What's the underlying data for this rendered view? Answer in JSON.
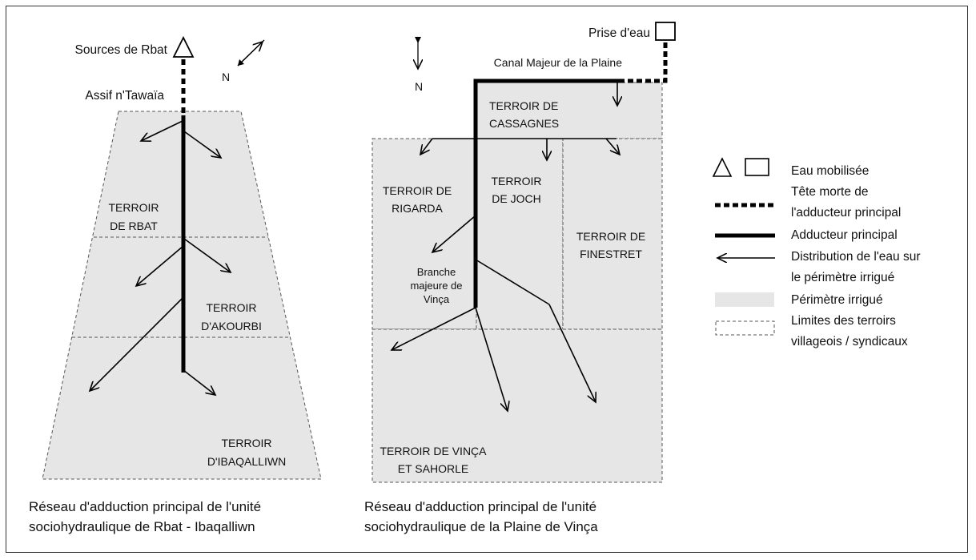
{
  "left_map": {
    "source_label": "Sources de Rbat",
    "river_label": "Assif n'Tawaïa",
    "north_label": "N",
    "terroirs": [
      {
        "line1": "TERROIR",
        "line2": "DE RBAT"
      },
      {
        "line1": "TERROIR",
        "line2": "D'AKOURBI"
      },
      {
        "line1": "TERROIR",
        "line2": "D'IBAQALLIWN"
      }
    ],
    "caption_line1": "Réseau d'adduction principal de l'unité",
    "caption_line2": "sociohydraulique de Rbat - Ibaqalliwn"
  },
  "right_map": {
    "intake_label": "Prise d'eau",
    "canal_label": "Canal Majeur de la Plaine",
    "north_label": "N",
    "terroirs": [
      {
        "line1": "TERROIR DE",
        "line2": "CASSAGNES"
      },
      {
        "line1": "TERROIR DE",
        "line2": "RIGARDA"
      },
      {
        "line1": "TERROIR",
        "line2": "DE JOCH"
      },
      {
        "line1": "TERROIR DE",
        "line2": "FINESTRET"
      },
      {
        "line1": "TERROIR DE VINÇA",
        "line2": "ET SAHORLE"
      }
    ],
    "branch_label": [
      "Branche",
      "majeure de",
      "Vinça"
    ],
    "caption_line1": "Réseau d'adduction principal de l'unité",
    "caption_line2": "sociohydraulique de la Plaine de Vinça"
  },
  "legend": {
    "items": [
      {
        "symbol": "triangle-square",
        "lines": [
          "Eau mobilisée"
        ]
      },
      {
        "symbol": "dashed-thick",
        "lines": [
          "Tête morte de",
          "l'adducteur principal"
        ]
      },
      {
        "symbol": "solid-thick",
        "lines": [
          "Adducteur principal"
        ]
      },
      {
        "symbol": "arrow",
        "lines": [
          "Distribution de l'eau sur",
          "le périmètre irrigué"
        ]
      },
      {
        "symbol": "grey-box",
        "lines": [
          "Périmètre irrigué"
        ]
      },
      {
        "symbol": "dashed-box",
        "lines": [
          "Limites des terroirs",
          "villageois / syndicaux"
        ]
      }
    ],
    "colors": {
      "irrigated": "#e6e6e6",
      "line": "#000000"
    }
  }
}
